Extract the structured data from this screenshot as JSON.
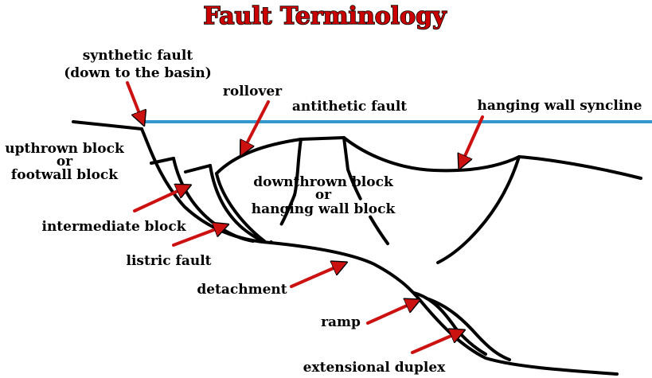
{
  "title": "Fault Terminology",
  "colors": {
    "title": "#cc0000",
    "sea_level": "#3399cc",
    "arrow": "#cc1111",
    "lines": "#000000"
  },
  "labels": {
    "synthetic_fault_1": "synthetic fault",
    "synthetic_fault_2": "(down to the basin)",
    "rollover": "rollover",
    "antithetic_fault": "antithetic fault",
    "hanging_wall_syncline": "hanging wall syncline",
    "upthrown_block_1": "upthrown block",
    "upthrown_block_2": "or",
    "upthrown_block_3": "footwall block",
    "downthrown_block_1": "downthrown block",
    "downthrown_block_2": "or",
    "downthrown_block_3": "hanging wall block",
    "intermediate_block": "intermediate block",
    "listric_fault": "listric fault",
    "detachment": "detachment",
    "ramp": "ramp",
    "extensional_duplex": "extensional duplex"
  }
}
